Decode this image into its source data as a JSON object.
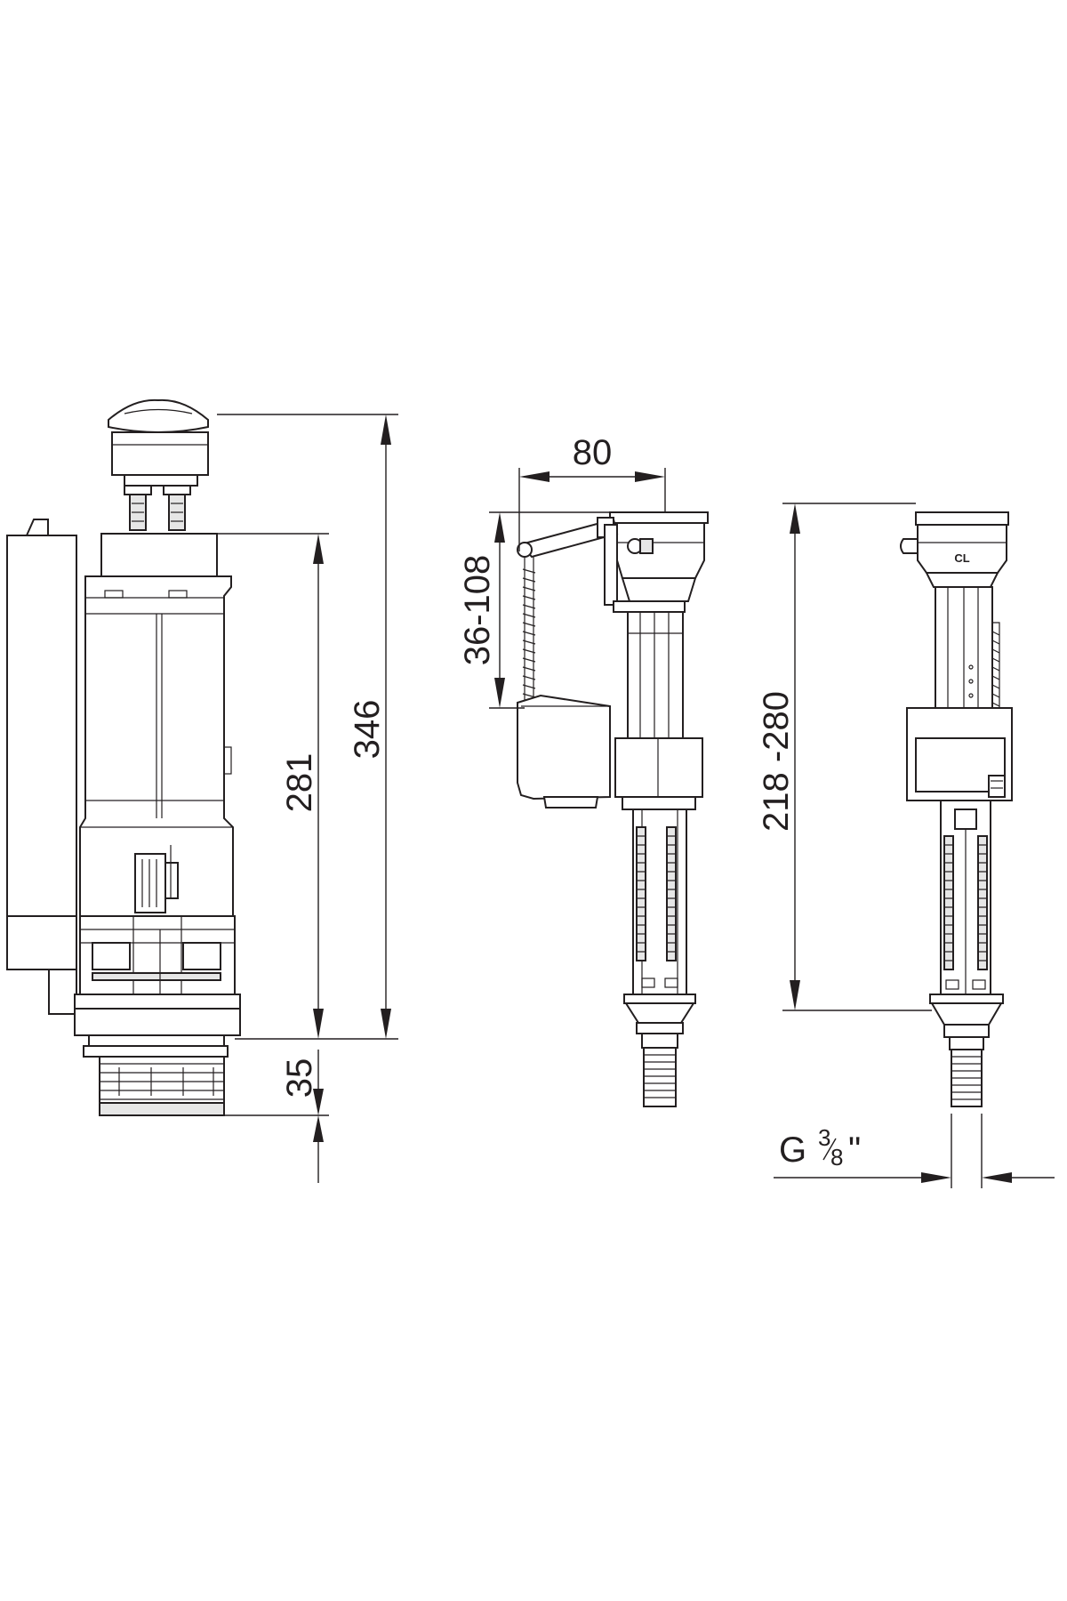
{
  "dimensions": {
    "flush_total_height": "346",
    "flush_body_height": "281",
    "flush_thread_height": "35",
    "fill_float_width": "80",
    "fill_float_range": "36-108",
    "fill_valve_height_range": "218 -280",
    "thread_size_prefix": "G",
    "thread_size_num": "3",
    "thread_size_den": "8",
    "thread_size_unit": "\""
  },
  "label_cl": "CL",
  "colors": {
    "line": "#231f20",
    "fill": "#e6e6e6",
    "background": "#ffffff"
  }
}
